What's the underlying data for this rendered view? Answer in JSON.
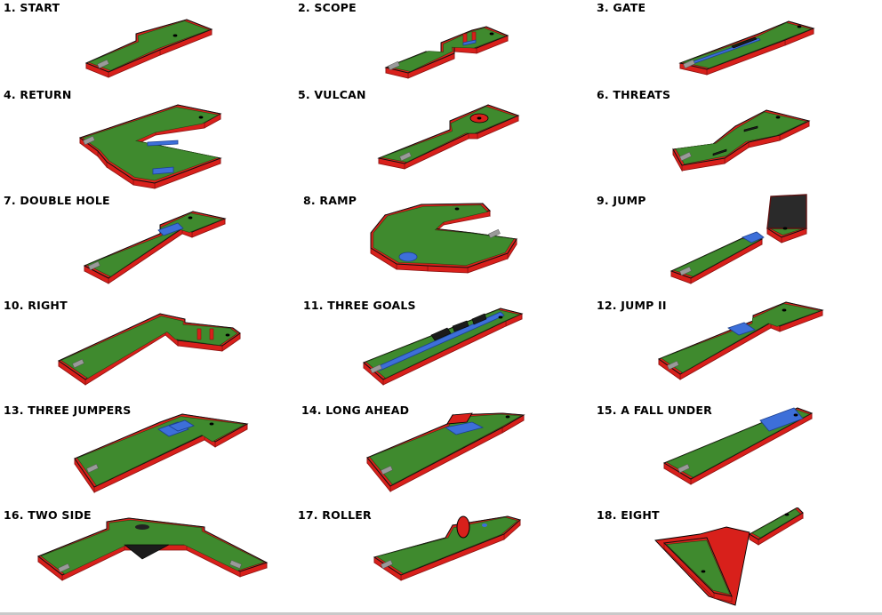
{
  "holes": [
    {
      "number": 1,
      "title": "1. START"
    },
    {
      "number": 2,
      "title": "2. SCOPE"
    },
    {
      "number": 3,
      "title": "3. GATE"
    },
    {
      "number": 4,
      "title": "4. RETURN"
    },
    {
      "number": 5,
      "title": "5. VULCAN"
    },
    {
      "number": 6,
      "title": "6. THREATS"
    },
    {
      "number": 7,
      "title": "7. DOUBLE HOLE"
    },
    {
      "number": 8,
      "title": "8. RAMP"
    },
    {
      "number": 9,
      "title": "9. JUMP"
    },
    {
      "number": 10,
      "title": "10. RIGHT"
    },
    {
      "number": 11,
      "title": "11. THREE GOALS"
    },
    {
      "number": 12,
      "title": "12. JUMP II"
    },
    {
      "number": 13,
      "title": "13. THREE JUMPERS"
    },
    {
      "number": 14,
      "title": "14. LONG AHEAD"
    },
    {
      "number": 15,
      "title": "15. A FALL UNDER"
    },
    {
      "number": 16,
      "title": "16. TWO SIDE"
    },
    {
      "number": 17,
      "title": "17. ROLLER"
    },
    {
      "number": 18,
      "title": "18. EIGHT"
    }
  ],
  "colors": {
    "felt": "#3f8a2e",
    "felt_light": "#58a83e",
    "border": "#d8201b",
    "border_dark": "#8e1210",
    "obstacle": "#3d6fd9",
    "edge": "#111111",
    "tee": "#9a9a9a"
  }
}
